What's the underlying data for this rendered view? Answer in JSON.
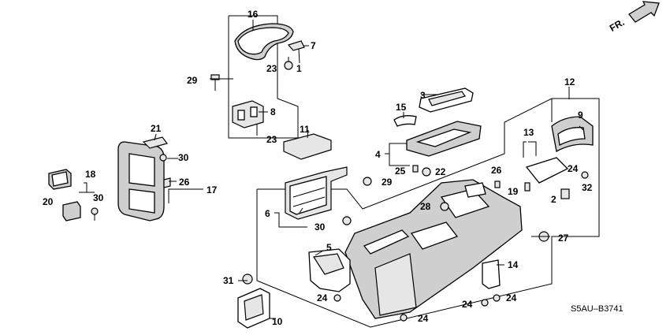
{
  "callouts": {
    "c1": "1",
    "c2": "2",
    "c3": "3",
    "c4": "4",
    "c5": "5",
    "c6": "6",
    "c7": "7",
    "c8": "8",
    "c9": "9",
    "c10": "10",
    "c11": "11",
    "c12": "12",
    "c13": "13",
    "c14": "14",
    "c15": "15",
    "c16": "16",
    "c17": "17",
    "c18": "18",
    "c19": "19",
    "c20": "20",
    "c21": "21",
    "c22": "22",
    "c23a": "23",
    "c23b": "23",
    "c24a": "24",
    "c24b": "24",
    "c24c": "24",
    "c24d": "24",
    "c24e": "24",
    "c25": "25",
    "c26a": "26",
    "c26b": "26",
    "c27": "27",
    "c28": "28",
    "c29a": "29",
    "c29b": "29",
    "c30a": "30",
    "c30b": "30",
    "c30c": "30",
    "c31": "31",
    "c32": "32"
  },
  "direction_label": "FR.",
  "diagram_code": "S5AU–B3741",
  "colors": {
    "ink": "#000000",
    "paper": "#ffffff",
    "shade": "#cfcfcf"
  }
}
